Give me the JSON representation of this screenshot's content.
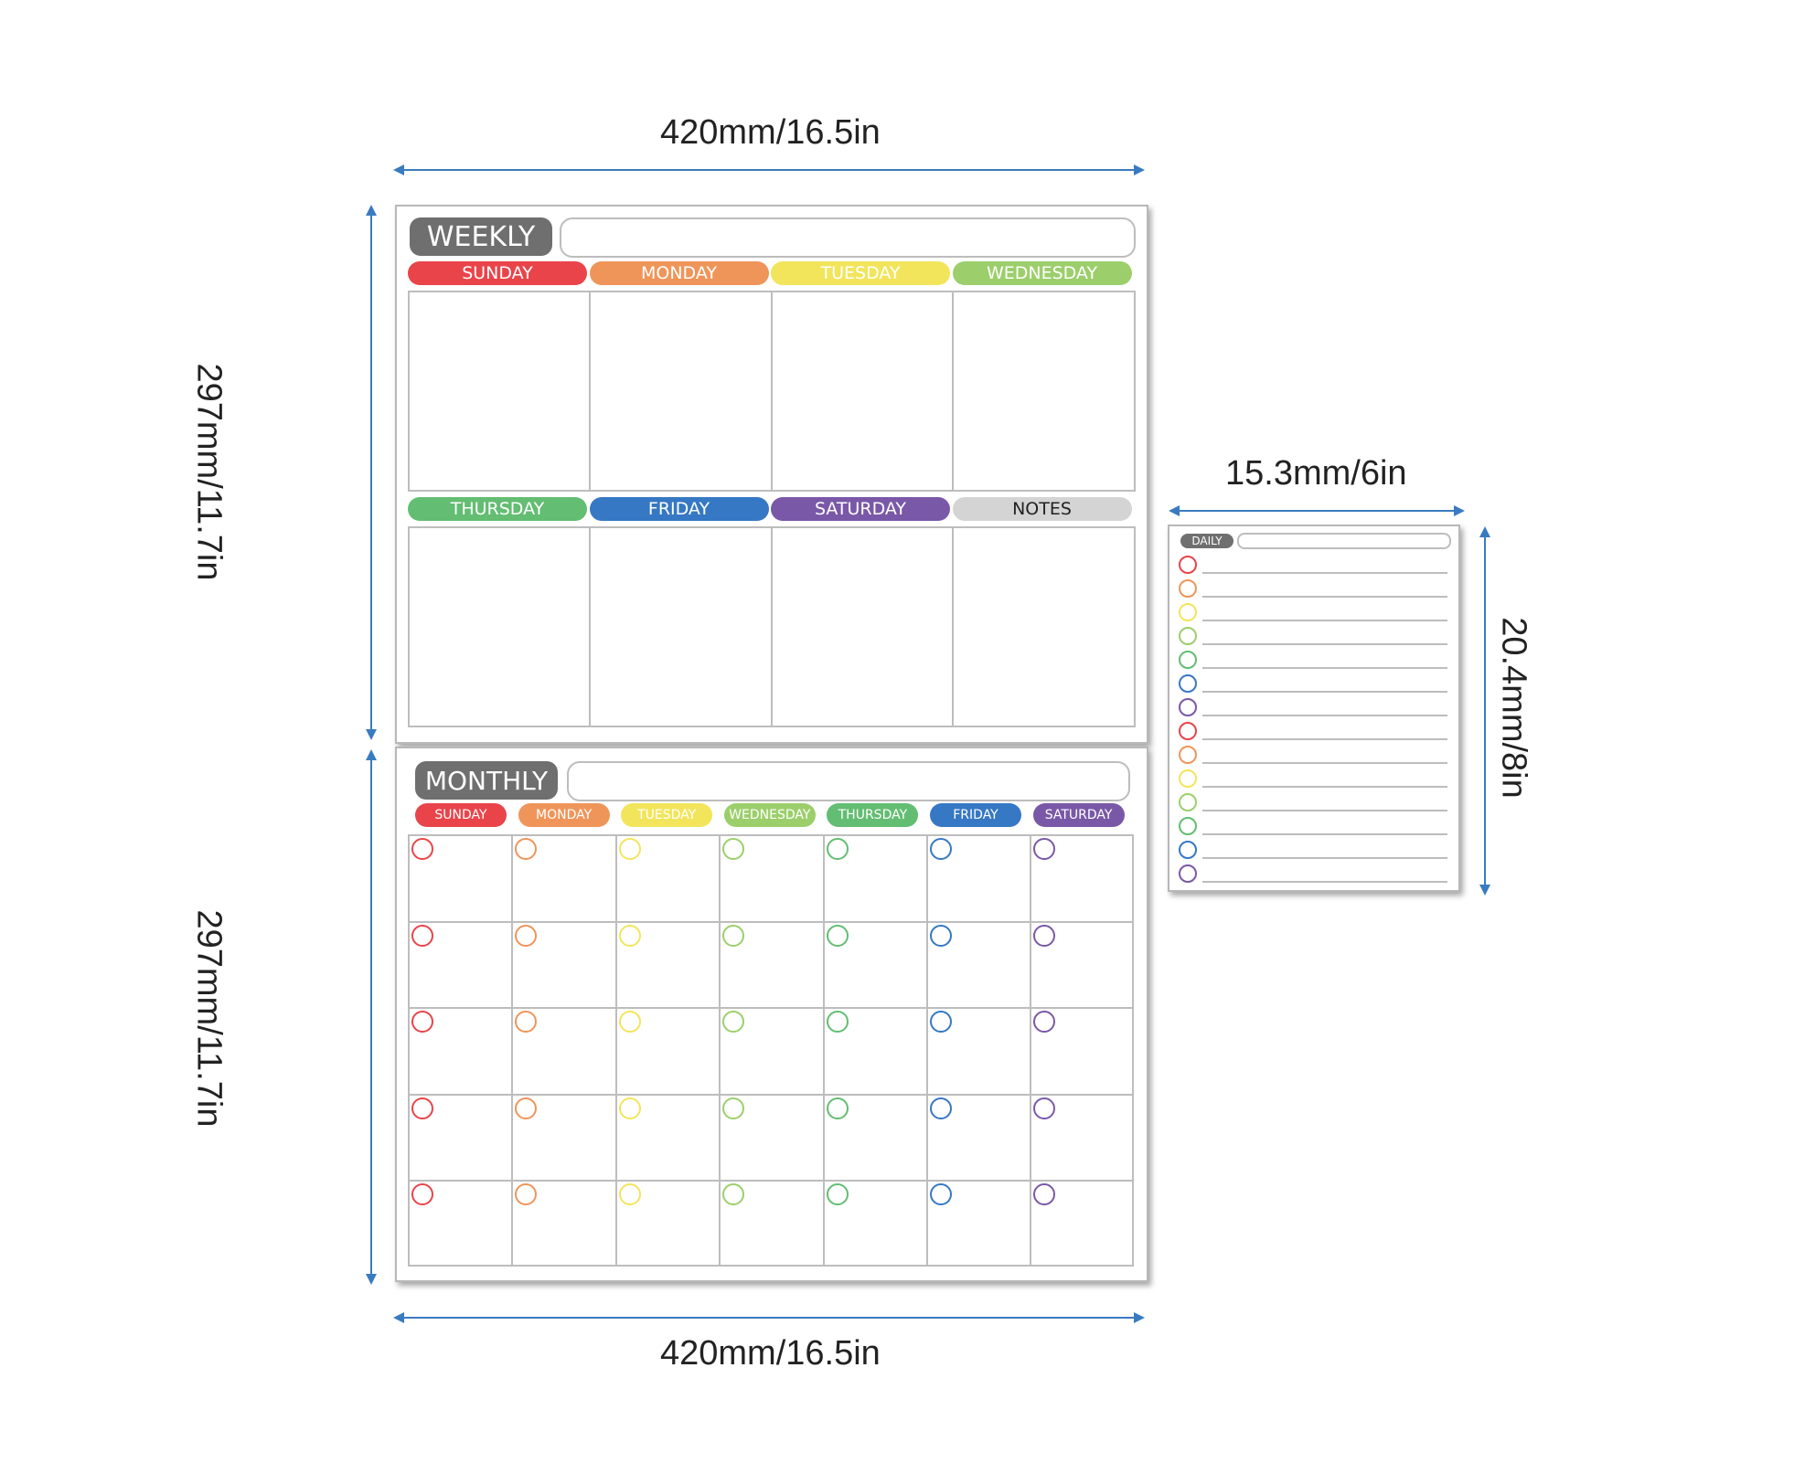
{
  "dimensions": {
    "top_width": "420mm/16.5in",
    "bottom_width": "420mm/16.5in",
    "weekly_height": "297mm/11.7in",
    "monthly_height": "297mm/11.7in",
    "daily_width": "15.3mm/6in",
    "daily_height": "20.4mm/8in"
  },
  "weekly": {
    "title": "WEEKLY",
    "days_top": [
      {
        "label": "SUNDAY",
        "color": "#e9444a"
      },
      {
        "label": "MONDAY",
        "color": "#ef955a"
      },
      {
        "label": "TUESDAY",
        "color": "#f2e55c"
      },
      {
        "label": "WEDNESDAY",
        "color": "#9ccf6b"
      }
    ],
    "days_bottom": [
      {
        "label": "THURSDAY",
        "color": "#63bd72"
      },
      {
        "label": "FRIDAY",
        "color": "#3678c4"
      },
      {
        "label": "SATURDAY",
        "color": "#7a58a8"
      },
      {
        "label": "NOTES",
        "color": "#d4d4d4"
      }
    ]
  },
  "monthly": {
    "title": "MONTHLY",
    "days": [
      {
        "label": "SUNDAY",
        "color": "#e9444a"
      },
      {
        "label": "MONDAY",
        "color": "#ef955a"
      },
      {
        "label": "TUESDAY",
        "color": "#f2e55c"
      },
      {
        "label": "WEDNESDAY",
        "color": "#9ccf6b"
      },
      {
        "label": "THURSDAY",
        "color": "#63bd72"
      },
      {
        "label": "FRIDAY",
        "color": "#3678c4"
      },
      {
        "label": "SATURDAY",
        "color": "#7a58a8"
      }
    ],
    "rows": 5
  },
  "daily": {
    "title": "DAILY",
    "line_colors": [
      "#e9444a",
      "#ef955a",
      "#f2e55c",
      "#9ccf6b",
      "#63bd72",
      "#3678c4",
      "#7a58a8",
      "#e9444a",
      "#ef955a",
      "#f2e55c",
      "#9ccf6b",
      "#63bd72",
      "#3678c4",
      "#7a58a8"
    ]
  }
}
